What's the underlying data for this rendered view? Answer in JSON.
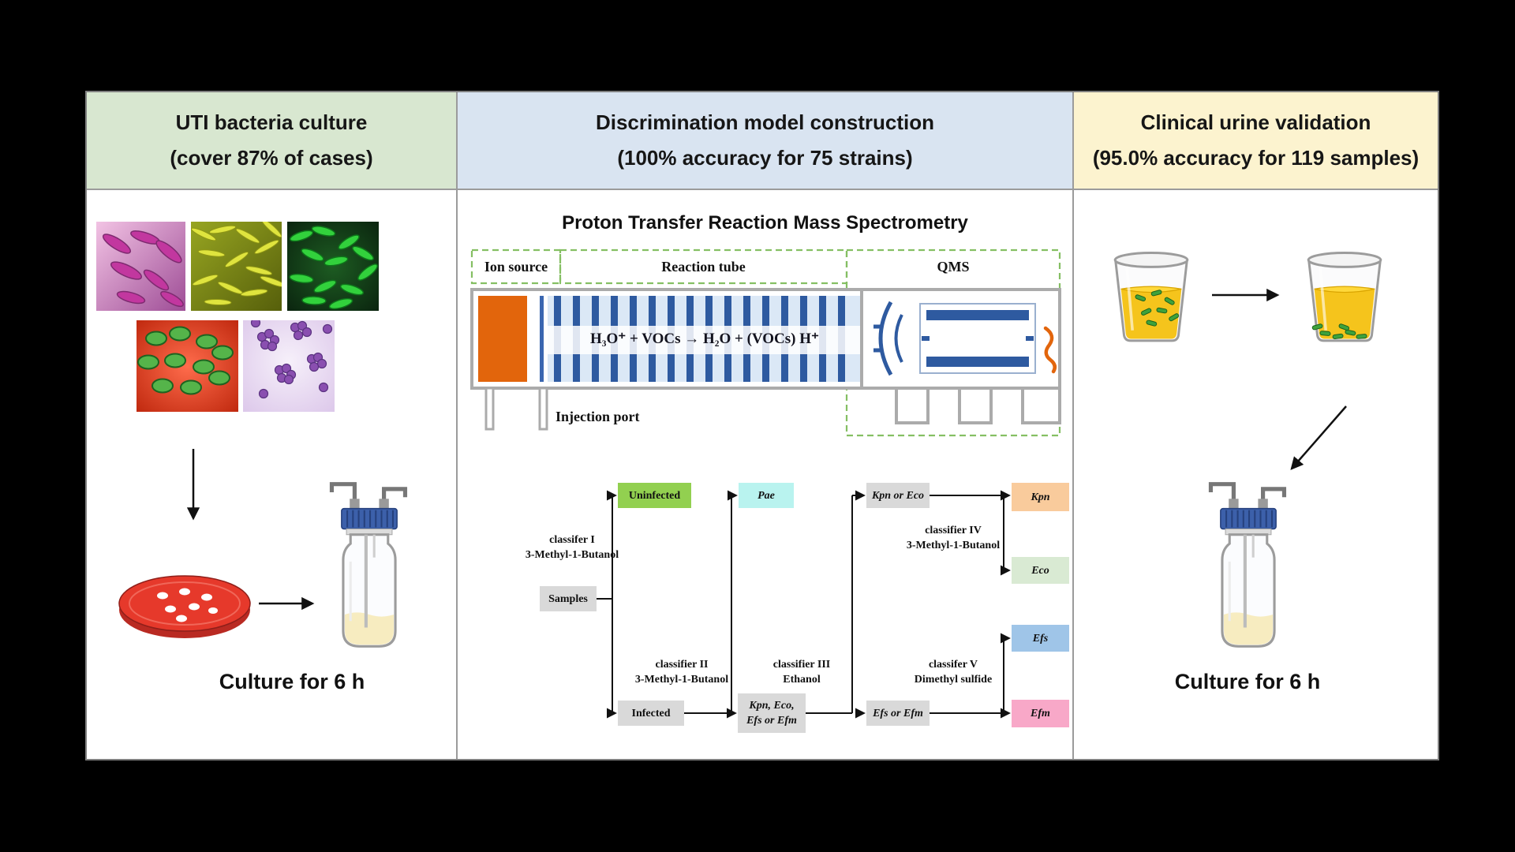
{
  "colors": {
    "header_left_bg": "#d8e7d0",
    "header_middle_bg": "#d9e4f1",
    "header_right_bg": "#fcf3cf",
    "uninfected_box": "#92d050",
    "pae_box": "#b9f3ef",
    "kpn_box": "#f9cb9c",
    "eco_box": "#d9ead3",
    "efs_box": "#9fc5e8",
    "efm_box": "#f8a8c8",
    "neutral_box": "#d9d9d9",
    "ion_source_block": "#e2650c",
    "drift_tube_stripes": "#2e5aa0",
    "dashed_outline_green": "#85bf63"
  },
  "panels": {
    "left": {
      "header": {
        "line1": "UTI bacteria culture",
        "line2": "(cover 87% of cases)"
      },
      "caption": "Culture for 6 h"
    },
    "middle": {
      "header": {
        "line1": "Discrimination model construction",
        "line2": "(100% accuracy for 75 strains)"
      },
      "ptrms": {
        "title": "Proton Transfer Reaction Mass Spectrometry",
        "ion_source": "Ion source",
        "reaction_tube": "Reaction tube",
        "qms": "QMS",
        "formula": "H₃O⁺ + VOCs → H₂O + (VOCs) H⁺",
        "injection_port": "Injection port"
      },
      "flowchart": {
        "samples": "Samples",
        "classifier1": {
          "line1": "classifer I",
          "line2": "3-Methyl-1-Butanol"
        },
        "uninfected": "Uninfected",
        "infected": "Infected",
        "pae": "Pae",
        "classifier2": {
          "line1": "classifier II",
          "line2": "3-Methyl-1-Butanol"
        },
        "infected_group": {
          "line1": "Kpn, Eco,",
          "line2": "Efs or Efm"
        },
        "classifier3": {
          "line1": "classifier III",
          "line2": "Ethanol"
        },
        "kpn_or_eco": "Kpn or Eco",
        "efs_or_efm": "Efs or Efm",
        "classifier4": {
          "line1": "classifier IV",
          "line2": "3-Methyl-1-Butanol"
        },
        "classifier5": {
          "line1": "classifer V",
          "line2": "Dimethyl sulfide"
        },
        "kpn": "Kpn",
        "eco": "Eco",
        "efs": "Efs",
        "efm": "Efm"
      }
    },
    "right": {
      "header": {
        "line1": "Clinical urine validation",
        "line2": "(95.0% accuracy for 119 samples)"
      },
      "caption": "Culture for 6 h"
    }
  }
}
